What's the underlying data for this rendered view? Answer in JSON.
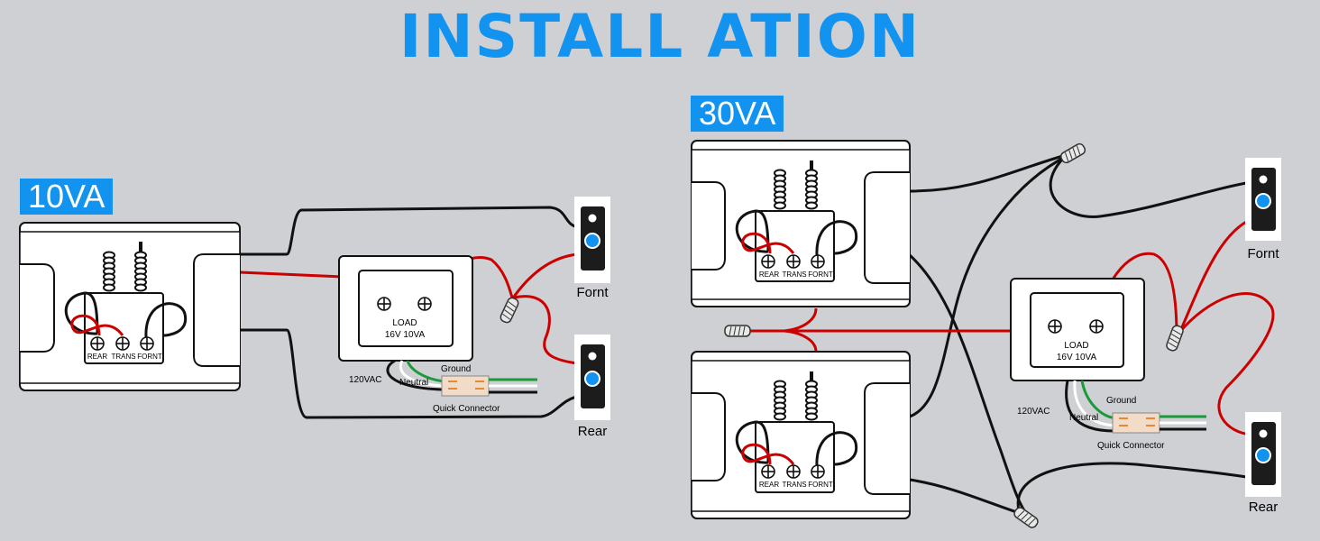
{
  "title": "INSTALL ATION",
  "left_label": "10VA",
  "right_label": "30VA",
  "chime": {
    "terminals": [
      "REAR",
      "TRANS",
      "FORNT"
    ]
  },
  "transformer": {
    "line1": "LOAD",
    "line2": "16V 10VA",
    "supply": "120VAC",
    "ground": "Ground",
    "neutral": "Neutral",
    "connector": "Quick Connector"
  },
  "buttons": {
    "front": "Fornt",
    "rear": "Rear"
  },
  "colors": {
    "accent": "#1393f0",
    "wire_red": "#cc0000",
    "wire_black": "#111111",
    "wire_green": "#1a9a3a",
    "button_dot": "#1393f0"
  }
}
